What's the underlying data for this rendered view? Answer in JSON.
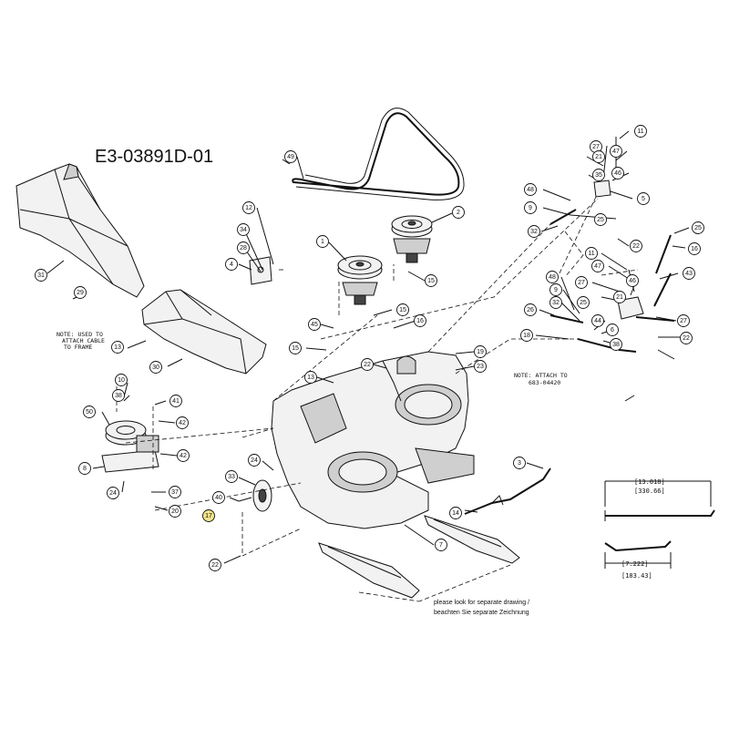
{
  "title": "E3-03891D-01",
  "notes": {
    "note1": [
      "NOTE: USED TO",
      "ATTACH CABLE",
      "TO FRAME"
    ],
    "note2": [
      "NOTE: ATTACH TO",
      "683-04420"
    ]
  },
  "dimensions": {
    "d1": "[13.018]",
    "d2": "[330.66]",
    "d3": "[7.222]",
    "d4": "[183.43]"
  },
  "side_note": [
    "please look for separate drawing /",
    "beachten Sie separate Zeichnung"
  ],
  "callouts": [
    "49",
    "31",
    "29",
    "13",
    "30",
    "1",
    "2",
    "15",
    "15",
    "12",
    "34",
    "28",
    "4",
    "45",
    "15",
    "13",
    "22",
    "16",
    "19",
    "23",
    "10",
    "38",
    "50",
    "41",
    "42",
    "42",
    "8",
    "24",
    "37",
    "20",
    "24",
    "33",
    "40",
    "17",
    "22",
    "7",
    "3",
    "14",
    "11",
    "27",
    "21",
    "47",
    "35",
    "46",
    "5",
    "48",
    "9",
    "32",
    "25",
    "22",
    "25",
    "16",
    "43",
    "11",
    "47",
    "48",
    "9",
    "27",
    "46",
    "21",
    "25",
    "32",
    "26",
    "18",
    "44",
    "6",
    "38",
    "27",
    "22"
  ],
  "highlight_callout": "17",
  "colors": {
    "line": "#111111",
    "background": "#ffffff",
    "highlight": "#f1e48a"
  }
}
